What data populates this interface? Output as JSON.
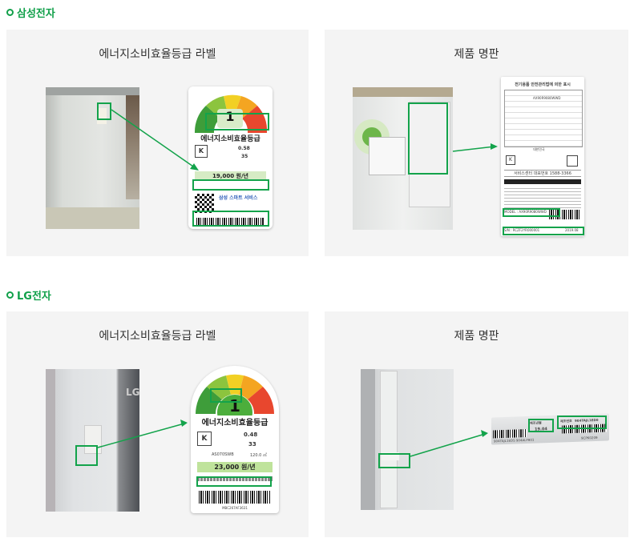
{
  "sections": [
    {
      "title": "삼성전자",
      "panels": [
        {
          "title": "에너지소비효율등급 라벨",
          "label": {
            "grade": "1",
            "heading": "에너지소비효율등급",
            "val1": "0.58",
            "val2": "35",
            "price": "19,000",
            "price_unit": "원/년",
            "service": "삼성 스마트 서비스"
          }
        },
        {
          "title": "제품 명판",
          "nameplate": {
            "heading": "전기용품 안전관리법에 의한 표시",
            "model_code": "AX90R9080WWD",
            "service_line": "서비스센터 대표번호 1588-3366",
            "model_row": "MODEL : AX90R9080WWD",
            "sn_row": "S/N : RCZF2YR000001",
            "date": "2019.08",
            "made_in": "대한민국"
          }
        }
      ]
    },
    {
      "title": "LG전자",
      "panels": [
        {
          "title": "에너지소비효율등급 라벨",
          "label": {
            "grade": "1",
            "heading": "에너지소비효율등급",
            "val1": "0.48",
            "val2": "33",
            "model": "AS070SWB",
            "area": "120.0 ㎡",
            "price": "23,000",
            "price_unit": "원/년",
            "barcode_text": "MBC267AF3631"
          }
        },
        {
          "title": "제품 명판",
          "nameplate": {
            "date_label": "제조년월",
            "date_value": "19.04",
            "serial_label": "제조번호",
            "serial_value": "904TAJL1ED0",
            "code_left": "904TAJL1EDS 904ALF801",
            "code_right": "9CPK0209"
          }
        }
      ]
    }
  ],
  "colors": {
    "accent": "#11a04a",
    "panel_bg": "#f4f4f4",
    "grade_green": "#4cae3c"
  }
}
